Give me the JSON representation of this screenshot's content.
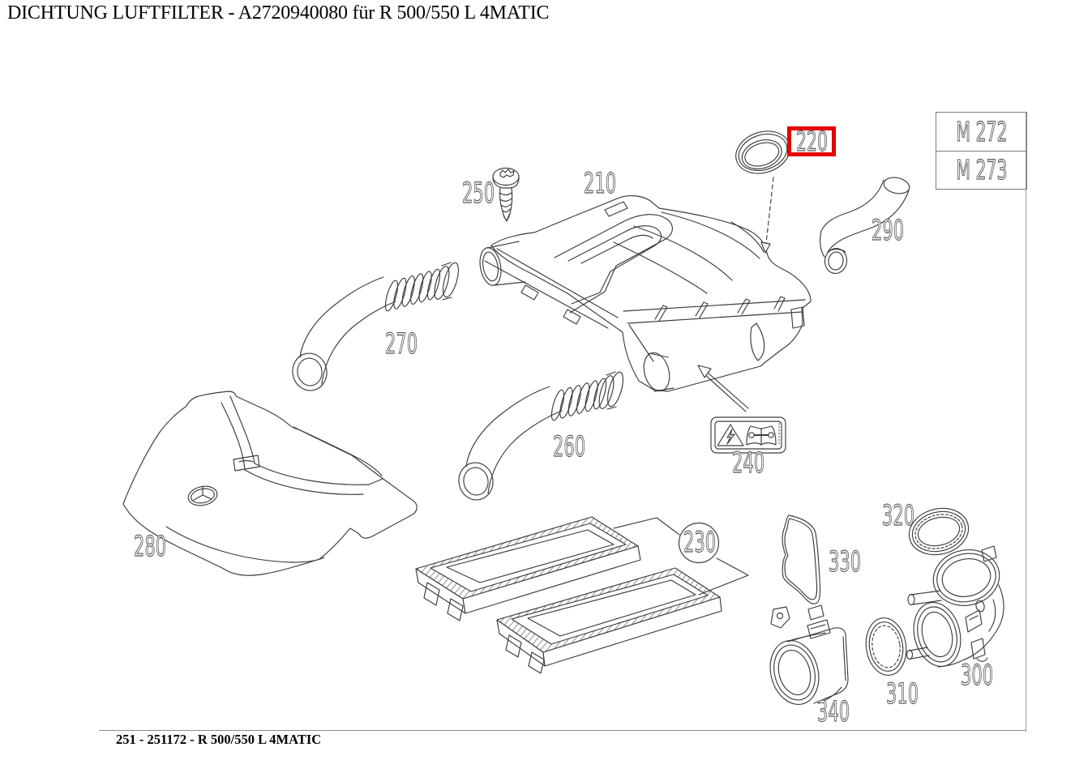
{
  "page": {
    "title": "DICHTUNG LUFTFILTER - A2720940080 für R 500/550 L 4MATIC",
    "footer": "251 - 251172 - R 500/550 L 4MATIC"
  },
  "engine_codes": {
    "row1": "M 272",
    "row2": "M 273"
  },
  "diagram": {
    "highlight_color": "#e60000",
    "selected_callout": "220",
    "callouts": {
      "c210": "210",
      "c220": "220",
      "c230": "230",
      "c240": "240",
      "c250": "250",
      "c260": "260",
      "c270": "270",
      "c280": "280",
      "c290": "290",
      "c300": "300",
      "c310": "310",
      "c320": "320",
      "c330": "330",
      "c340": "340"
    }
  }
}
